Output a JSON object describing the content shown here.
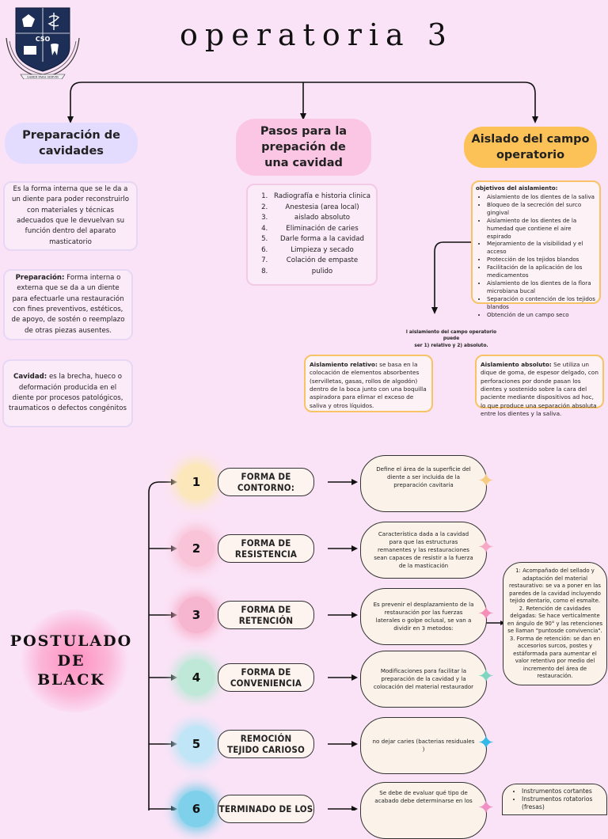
{
  "title": "operatoria 3",
  "logo": {
    "text": "CSO",
    "motto": "SABER PARA SERVIR"
  },
  "sections": {
    "preparacion": {
      "title": "Preparación de cavidades",
      "definition": "Es la forma interna que se le da a un diente para poder reconstruirlo con materiales y técnicas adecuados que le devuelvan su función dentro del aparato masticatorio",
      "preparacion_term": "Preparación:",
      "preparacion_text": " Forma interna o externa que se da a un diente para efectuarle una restauración con fines preventivos, estéticos, de apoyo, de sostén o reemplazo de otras piezas ausentes.",
      "cavidad_term": "Cavidad:",
      "cavidad_text": " es la brecha, hueco o deformación producida en el diente por procesos patológicos, traumaticos o defectos congénitos"
    },
    "pasos": {
      "title": "Pasos para la prepación de una cavidad",
      "steps": [
        "Radiografía e historia clinica",
        "Anestesia (area local)",
        "aislado absoluto",
        "Eliminación de caries",
        "Darle forma a la cavidad",
        "Limpieza y secado",
        "Colación de empaste",
        "pulido"
      ]
    },
    "aislado": {
      "title": "Aislado del campo operatorio",
      "objectives_heading": "objetivos del aislamiento:",
      "objectives": [
        "Aislamiento de los dientes de la saliva",
        "Bloqueo de la secreción del surco gingival",
        "Aislamiento de los dientes de la humedad que contiene el aire espirado",
        "Mejoramiento de la visibilidad y el acceso",
        "Protección de los tejidos blandos",
        "Facilitación de la aplicación de los medicamentos",
        "Aislamiento de los dientes de la flora microbiana bucal",
        "Separación o contención de los tejidos blandos",
        "Obtención de un campo seco"
      ],
      "note_line1": "l aislamiento del campo operatorio puede",
      "note_line2": "ser 1) relativo y 2) absoluto.",
      "relativo_term": "Aislamiento relativo:",
      "relativo_text": " se basa en la colocación de elementos absorbentes (servilletas, gasas, rollos de algodón) dentro de la boca  junto con una boquilla  aspiradora para elimar el exceso de saliva y otros líquidos.",
      "absoluto_term": "Aislamiento absoluto:",
      "absoluto_text": " Se utiliza un dique de goma, de espesor delgado, con perforaciones por donde pasan los dientes y sostenido sobre la cara del paciente mediante dispositivos ad hoc, lo que produce una separación absoluta entre los dientes y la saliva."
    }
  },
  "black": {
    "title_lines": [
      "POSTULADO",
      "DE",
      "BLACK"
    ],
    "items": [
      {
        "number": "1",
        "label_lines": [
          "FORMA DE",
          "CONTORNO:"
        ],
        "desc": "Define el área de la superficie del diente a ser incluida de la preparación cavitaria",
        "color": "#fbe7b9",
        "star_color": "#f7cc80"
      },
      {
        "number": "2",
        "label_lines": [
          "FORMA DE",
          "RESISTENCIA"
        ],
        "desc": "Característica dada a la cavidad para que las estructuras remanentes  y las restauraciones sean capaces de resistir a la fuerza de la masticación",
        "color": "#f9c4d8",
        "star_color": "#f6a8c6"
      },
      {
        "number": "3",
        "label_lines": [
          "FORMA DE",
          "RETENCIÓN"
        ],
        "desc": "Es prevenir el desplazamiento de la restauración por las fuerzas laterales  o golpe oclusal, se van a dividir en 3 metodos:",
        "color": "#f7b6cf",
        "star_color": "#f48fb8"
      },
      {
        "number": "4",
        "label_lines": [
          "FORMA DE",
          "CONVENIENCIA"
        ],
        "desc": "Modificaciones para facilitar la preparación de la cavidad y la colocación del material restaurador",
        "color": "#bfe8d8",
        "star_color": "#7fd6c0"
      },
      {
        "number": "5",
        "label_lines": [
          "REMOCIÓN",
          "TEJIDO CARIOSO"
        ],
        "desc": "no dejar caries (bacterias residuales )",
        "color": "#bfe5f6",
        "star_color": "#34b8e8"
      },
      {
        "number": "6",
        "label_lines": [
          "TERMINADO DE LOS"
        ],
        "desc": "Se debe de evaluar qué tipo de acabado debe determinarse en los",
        "color": "#7fd0ea",
        "star_color": "#f090c4"
      }
    ],
    "retencion_methods": "1: Acompañado del sellado y adaptación del material restaurativo: se va a poner en las paredes de la cavidad  incluyendo tejido dentario, como el esmalte. 2. Retención de cavidades delgadas: Se hace verticalmente en ángulo de 90° y las retenciones se llaman \"puntosde convivencia\". 3. Forma de retención: se dan en accesorios surcos, postes y estáformada para aumentar el valor retentivo por medio del incremento del área de restauración.",
    "terminado_tools": [
      "Instrumentos cortantes",
      "Instrumentos rotatorios (fresas)"
    ]
  }
}
